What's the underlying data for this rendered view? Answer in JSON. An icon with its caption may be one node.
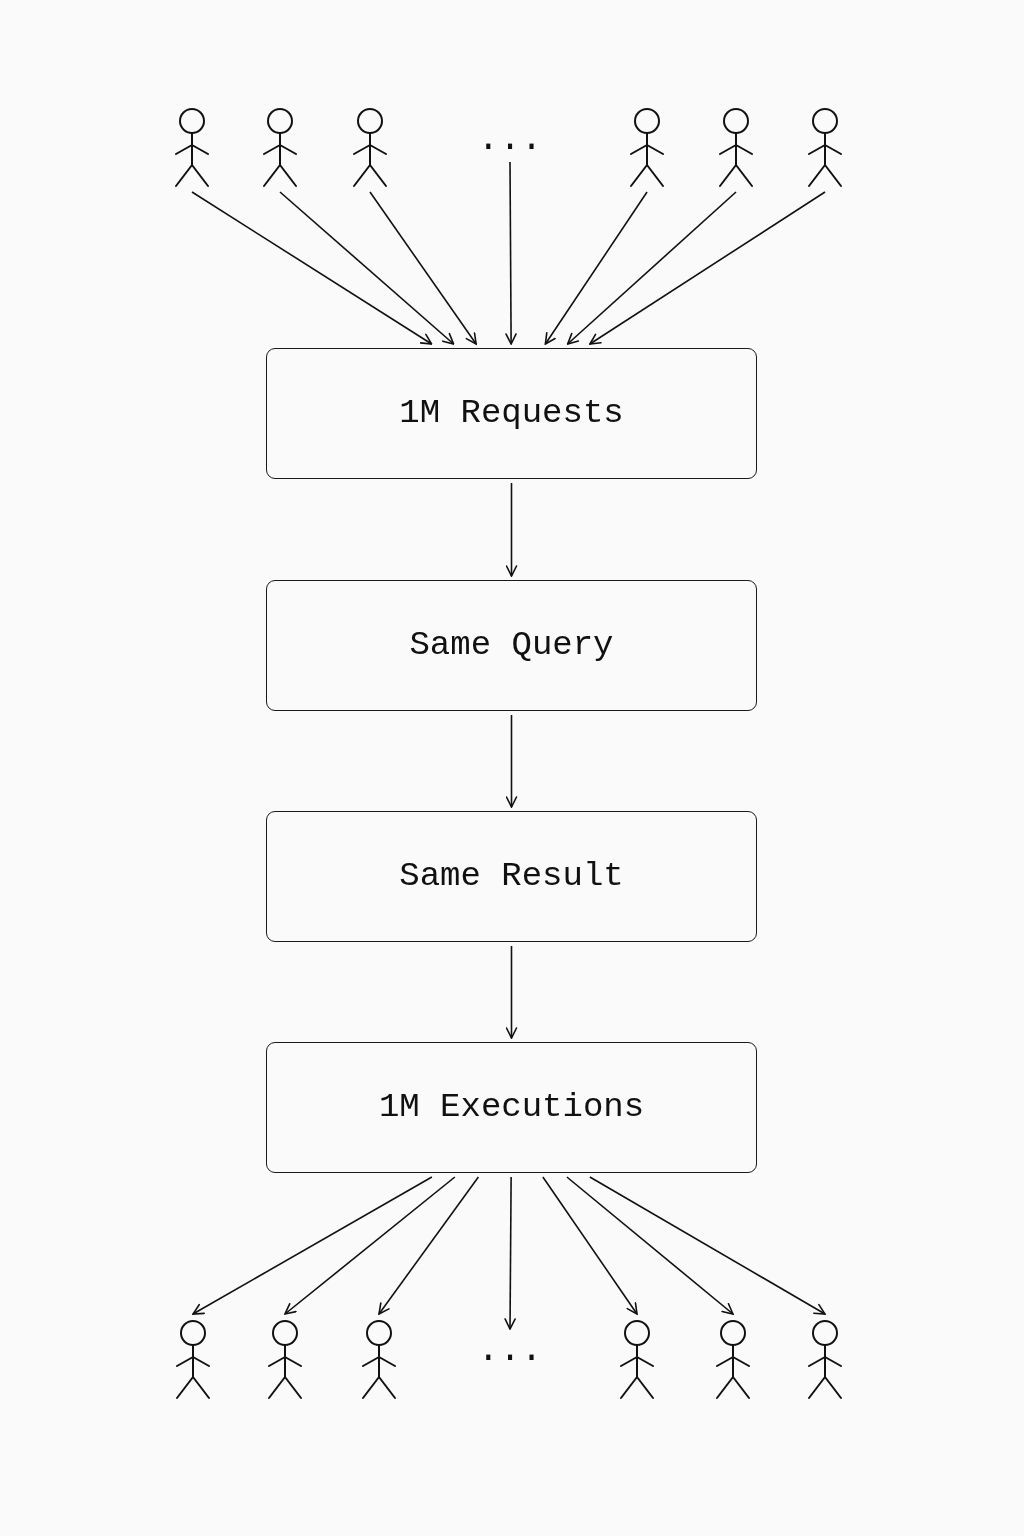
{
  "diagram": {
    "nodes": [
      {
        "text": [],
        "shape": "person"
      },
      {
        "text": [],
        "shape": "person"
      },
      {
        "text": [],
        "shape": "person"
      },
      {
        "text": [
          "..."
        ]
      },
      {
        "text": [],
        "shape": "person"
      },
      {
        "text": [],
        "shape": "person"
      },
      {
        "text": [],
        "shape": "person"
      },
      {
        "text": [
          "1M Requests"
        ]
      },
      {
        "text": [
          "Same Query"
        ]
      },
      {
        "text": [
          "Same Result"
        ]
      },
      {
        "text": [
          "1M Executions"
        ]
      },
      {
        "text": [],
        "shape": "person"
      },
      {
        "text": [],
        "shape": "person"
      },
      {
        "text": [],
        "shape": "person"
      },
      {
        "text": [
          "..."
        ]
      },
      {
        "text": [],
        "shape": "person"
      },
      {
        "text": [],
        "shape": "person"
      },
      {
        "text": [],
        "shape": "person"
      }
    ],
    "edges": [
      {
        "from": 0,
        "to": 7,
        "arrow": "to"
      },
      {
        "from": 1,
        "to": 7,
        "arrow": "to"
      },
      {
        "from": 2,
        "to": 7,
        "arrow": "to"
      },
      {
        "from": 3,
        "to": 7,
        "arrow": "to"
      },
      {
        "from": 4,
        "to": 7,
        "arrow": "to"
      },
      {
        "from": 5,
        "to": 7,
        "arrow": "to"
      },
      {
        "from": 6,
        "to": 7,
        "arrow": "to"
      },
      {
        "from": 7,
        "to": 8,
        "arrow": "to"
      },
      {
        "from": 8,
        "to": 9,
        "arrow": "to"
      },
      {
        "from": 9,
        "to": 10,
        "arrow": "to"
      },
      {
        "from": 10,
        "to": 11,
        "arrow": "to"
      },
      {
        "from": 10,
        "to": 12,
        "arrow": "to"
      },
      {
        "from": 10,
        "to": 13,
        "arrow": "to"
      },
      {
        "from": 10,
        "to": 14,
        "arrow": "to"
      },
      {
        "from": 10,
        "to": 15,
        "arrow": "to"
      },
      {
        "from": 10,
        "to": 16,
        "arrow": "to"
      },
      {
        "from": 10,
        "to": 17,
        "arrow": "to"
      }
    ]
  }
}
